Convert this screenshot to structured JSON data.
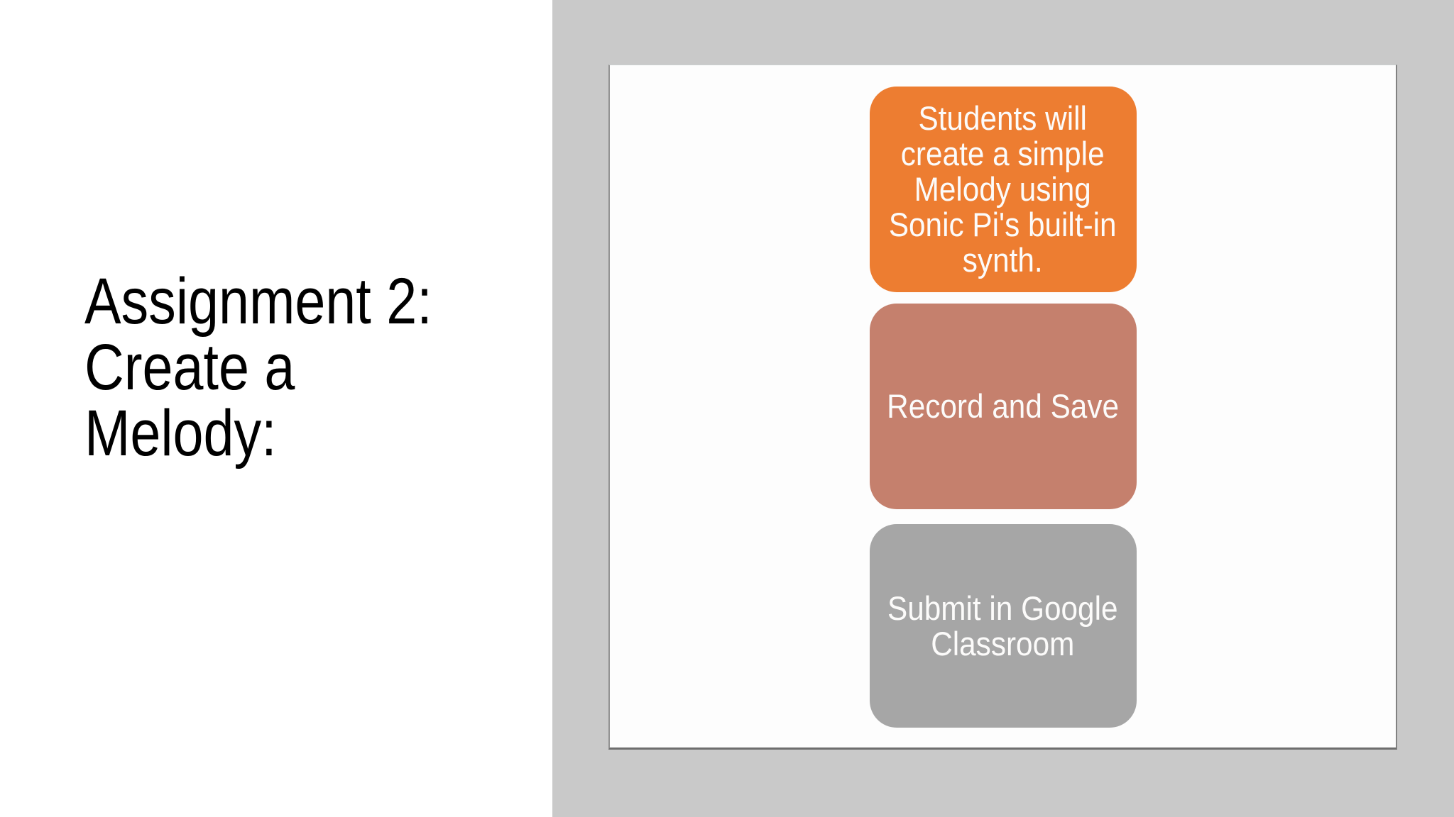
{
  "title": {
    "text": "Assignment 2:\nCreate a\nMelody:"
  },
  "boxes": [
    {
      "name": "objective",
      "color": "#ED7D31",
      "text": "Students will\ncreate a simple\nMelody using\nSonic Pi's built-in\nsynth."
    },
    {
      "name": "record-and-save",
      "color": "#C5806D",
      "text": "Record and Save"
    },
    {
      "name": "submit",
      "color": "#A6A6A6",
      "text": "Submit in Google\nClassroom"
    }
  ],
  "colors": {
    "page_background": "#FFFFFF",
    "canvas_background": "#C9C9C9",
    "slide_background": "#FDFDFD",
    "title_text": "#000000",
    "box_text": "#FCFBFA"
  }
}
